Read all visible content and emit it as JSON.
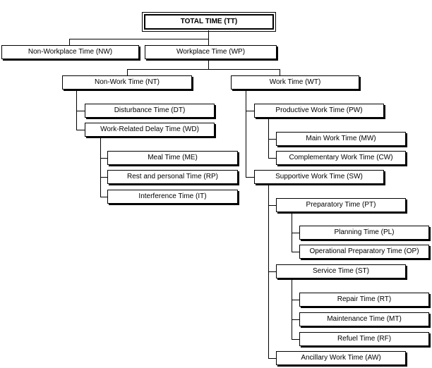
{
  "nodes": {
    "tt": "TOTAL TIME (TT)",
    "nw": "Non-Workplace Time (NW)",
    "wp": "Workplace Time (WP)",
    "nt": "Non-Work Time (NT)",
    "wt": "Work Time (WT)",
    "dt": "Disturbance Time (DT)",
    "wd": "Work-Related Delay Time (WD)",
    "me": "Meal Time (ME)",
    "rp": "Rest and personal Time (RP)",
    "it": "Interference Time (IT)",
    "pw": "Productive Work Time (PW)",
    "mw": "Main Work Time (MW)",
    "cw": "Complementary Work Time (CW)",
    "sw": "Supportive Work Time (SW)",
    "pt": "Preparatory Time (PT)",
    "pl": "Planning Time (PL)",
    "op": "Operational Preparatory Time (OP)",
    "st": "Service Time (ST)",
    "rt": "Repair Time (RT)",
    "mt": "Maintenance Time (MT)",
    "rf": "Refuel Time (RF)",
    "aw": "Ancillary Work Time (AW)"
  }
}
